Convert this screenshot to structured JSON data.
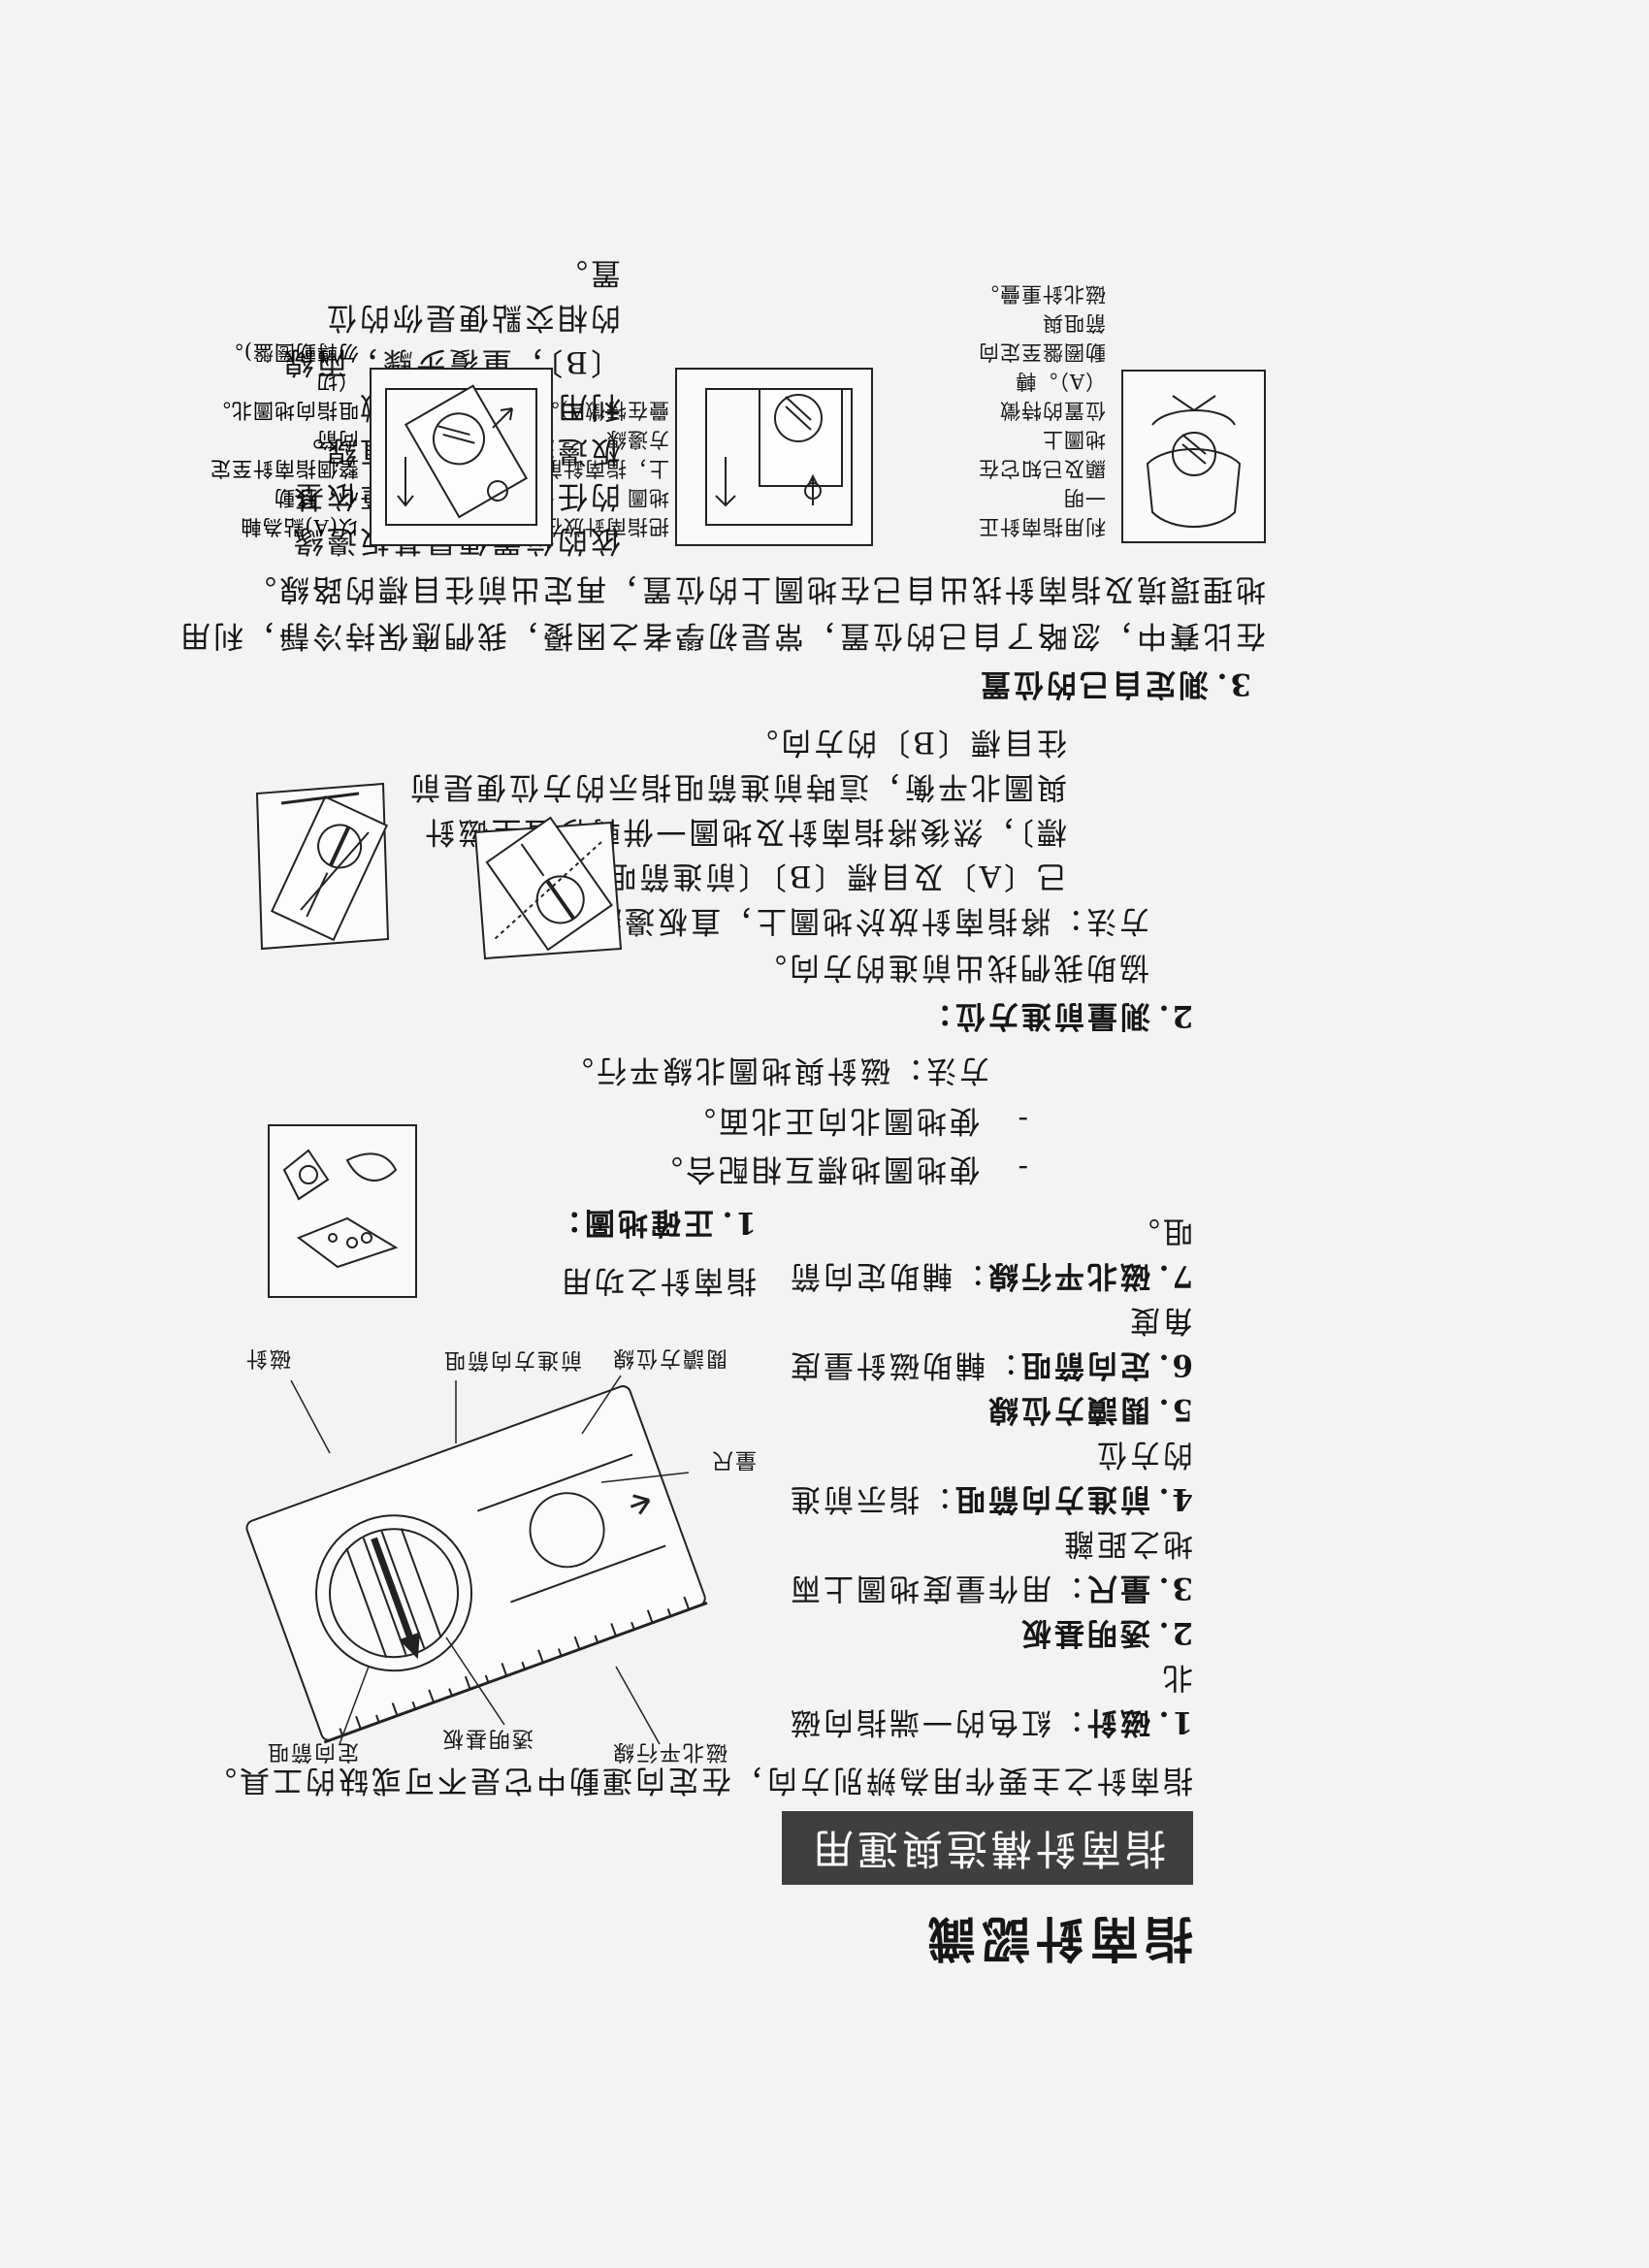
{
  "document": {
    "title": "指南針認識",
    "banner": "指南針構造與運用",
    "intro": "指南針之主要作用為辨別方向，在定向運動中它是不可或缺的工具。",
    "parts_list": [
      {
        "num": "1.",
        "term": "磁針",
        "desc": "：紅色的一端指向磁北"
      },
      {
        "num": "2.",
        "term": "透明基板",
        "desc": ""
      },
      {
        "num": "3.",
        "term": "量尺",
        "desc": "：用作量度地圖上兩地之距離"
      },
      {
        "num": "4.",
        "term": "前進方向箭咀",
        "desc": "：指示前進的方位"
      },
      {
        "num": "5.",
        "term": "閱讀方位線",
        "desc": ""
      },
      {
        "num": "6.",
        "term": "定向箭咀",
        "desc": "：輔助磁針量度角度"
      },
      {
        "num": "7.",
        "term": "磁北平行線",
        "desc": "：輔助定向箭咀。"
      }
    ],
    "compass_labels": {
      "needle": "磁針",
      "bearing_line": "閱讀方位線",
      "travel_arrow": "前進方向箭咀",
      "baseplate": "透明基板",
      "orienting_arrow": "定向箭咀",
      "ruler": "量尺",
      "meridian_lines": "磁北平行線"
    },
    "uses": {
      "heading": "指南針之功用",
      "s1_num": "1.",
      "s1_title": "正確地圖：",
      "s1_b1": "使地圖地標互相配合。",
      "s1_b2": "使地圖北向正北面。",
      "s1_method": "方法：磁針與地圖北線平行。",
      "s2_num": "2.",
      "s2_title": "測量前進方位：",
      "s2_line1": "協助我們找出前進的方向。",
      "s2_line2": "方法：將指南針放於地圖上，直板邊緣連接自",
      "s2_line3": "己〔A〕及目標〔B〕〔前進箭咀須指向目",
      "s2_line4": "標〕，然後將指南針及地圖一併轉移直至磁針",
      "s2_line5": "與圖北平衡，這時前進箭咀指示的方位便是前",
      "s2_line6": "往目標〔B〕的方向。",
      "s3_num": "3.",
      "s3_title": "測定自己的位置",
      "s3_line1": "在比賽中，忽略了自己的位置，常是初學者之困擾，我們應保持冷靜，利用",
      "s3_line2": "地理環境及指南針找出自己在地圖上的位置，再定出前往目標的路線。",
      "s3_col1": "依的位置便是基板邊緣",
      "s3_col2": "的任何一點，用筆依基",
      "s3_col3": "板邊緣劃出一條直線。",
      "s3_col4": "利用另一明顯特徵",
      "s3_col5": "〔B〕，重覆步驟，兩線",
      "s3_col6": "的相交點便是你的位",
      "s3_col7": "置。",
      "fig_a1": "利用指南針正一明",
      "fig_a2": "顯及已知它在地圖上",
      "fig_a3": "位置的特徵（A）。轉",
      "fig_a4": "動圈盤至定向箭咀與",
      "fig_a5": "磁北針重疊。",
      "fig_b1": "把指南針放在地圖",
      "fig_b2": "上，指南針前方邊線",
      "fig_b3": "疊在特徵A)。",
      "fig_c1": "以(A)點為軸心，移動",
      "fig_c2": "整個指南針至定向箭",
      "fig_c3": "咀指向地圖北。（切",
      "fig_c4": "勿轉動圈盤)。"
    }
  }
}
